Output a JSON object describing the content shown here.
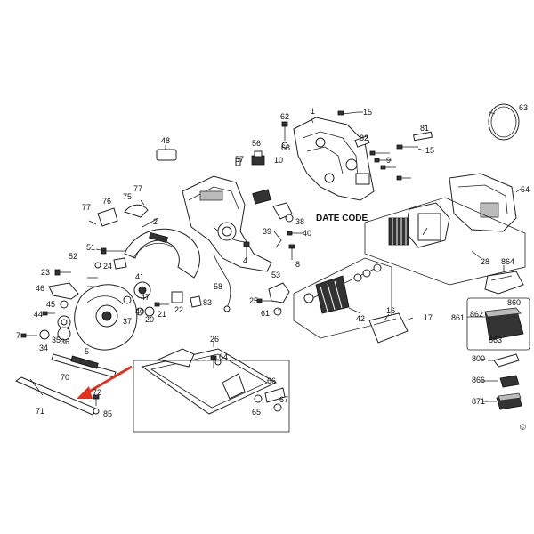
{
  "labels": {
    "date_code": "DATE CODE",
    "copyright": "©",
    "parts": {
      "p1": "1",
      "p2": "2",
      "p4": "4",
      "p5": "5",
      "p7": "7",
      "p8": "8",
      "p9": "9",
      "p10": "10",
      "p15a": "15",
      "p15b": "15",
      "p16": "16",
      "p17": "17",
      "p20": "20",
      "p21": "21",
      "p22": "22",
      "p23": "23",
      "p24": "24",
      "p25": "25",
      "p26": "26",
      "p28": "28",
      "p34": "34",
      "p35": "35",
      "p36": "36",
      "p37": "37",
      "p38": "38",
      "p39": "39",
      "p40a": "40",
      "p40b": "40",
      "p41": "41",
      "p42": "42",
      "p44": "44",
      "p45": "45",
      "p46": "46",
      "p47": "47",
      "p48": "48",
      "p51": "51",
      "p52": "52",
      "p53": "53",
      "p54": "54",
      "p56": "56",
      "p57": "57",
      "p58": "58",
      "p61": "61",
      "p62": "62",
      "p63": "63",
      "p64": "64",
      "p65": "65",
      "p66": "66",
      "p67": "67",
      "p68": "68",
      "p70": "70",
      "p71": "71",
      "p72": "72",
      "p75": "75",
      "p76": "76",
      "p77a": "77",
      "p77b": "77",
      "p81": "81",
      "p82": "82",
      "p83": "83",
      "p85": "85",
      "p800": "800",
      "p860": "860",
      "p861": "861",
      "p862": "862",
      "p863": "863",
      "p864": "864",
      "p866": "866",
      "p871": "871"
    }
  },
  "colors": {
    "arrow": "#e0321e",
    "ink": "#222222"
  }
}
